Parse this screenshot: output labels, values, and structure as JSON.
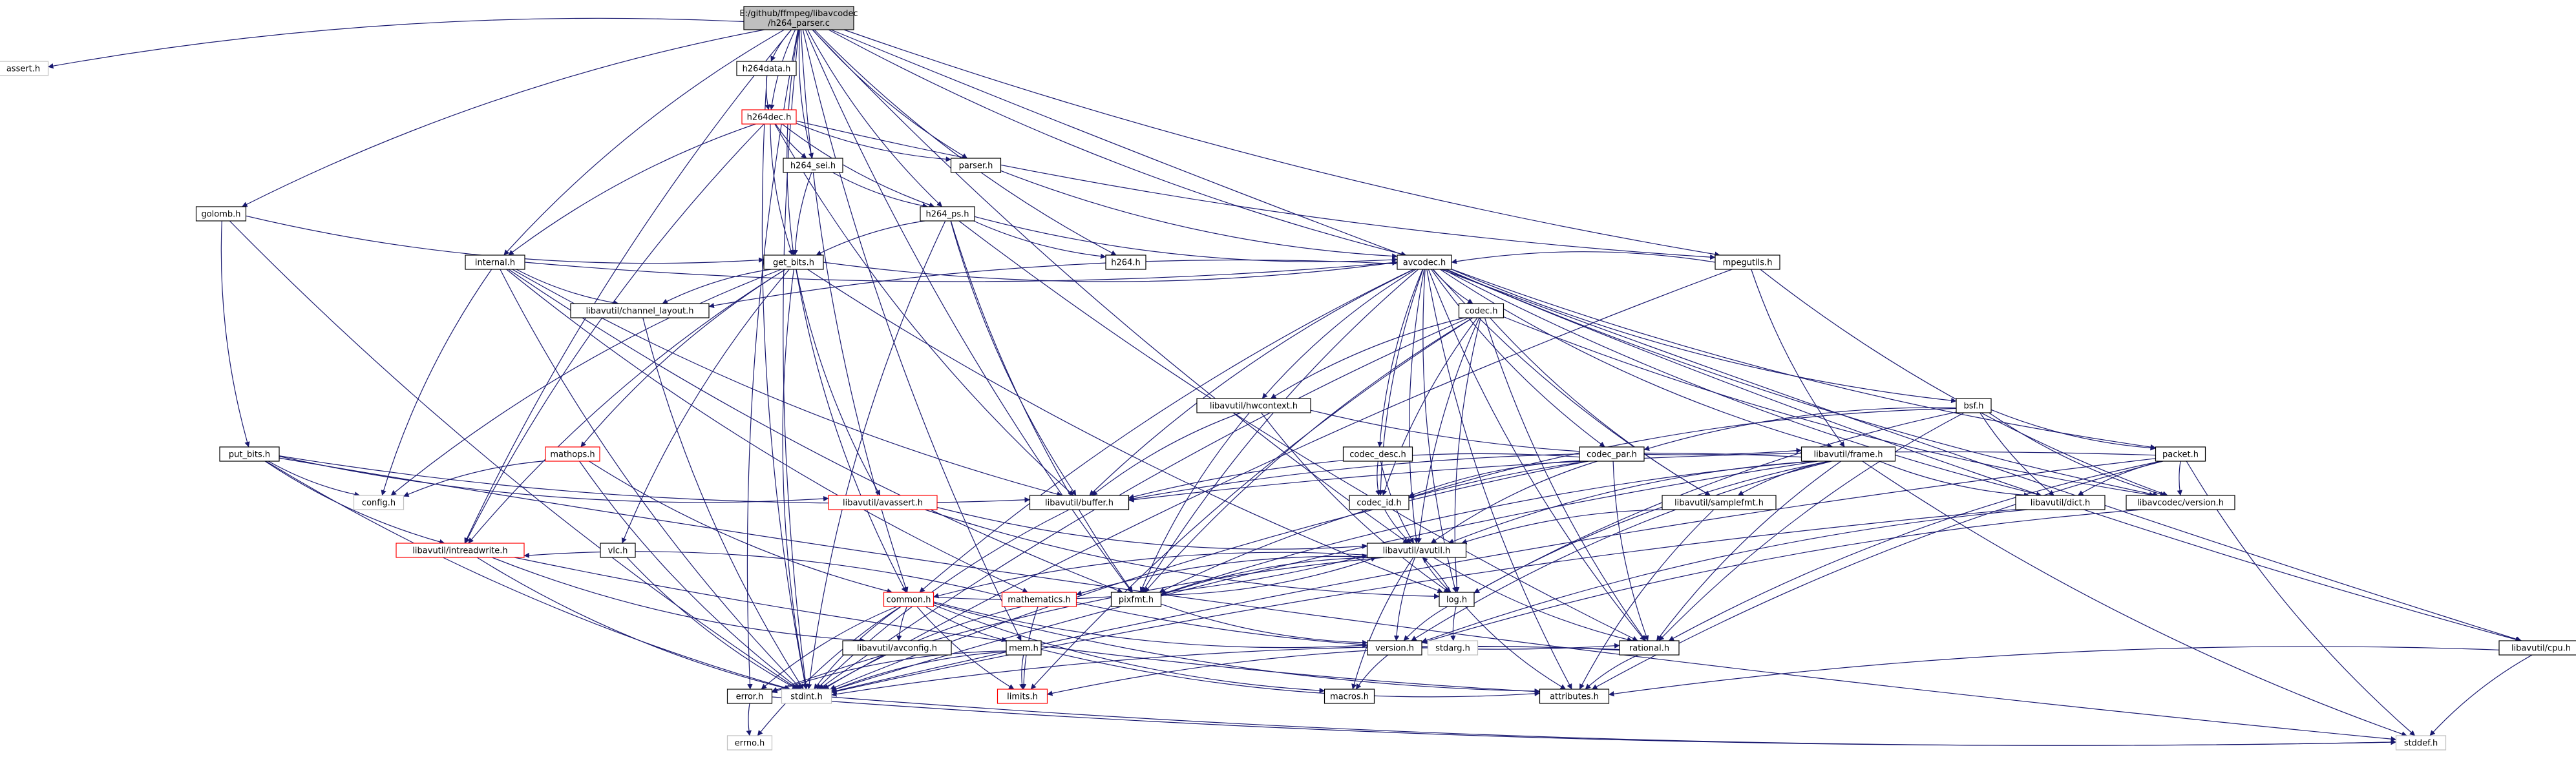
{
  "graph": {
    "root": "root",
    "colors": {
      "edge": "#191970",
      "node_border": "#000000",
      "node_border_missing": "#ff0000",
      "node_border_missing_light": "#bfbfbf",
      "root_fill": "#bfbfbf",
      "node_fill": "#ffffff"
    },
    "nodes": [
      {
        "id": "root",
        "label": "E:/github/ffmpeg/libavcodec\n/h264_parser.c",
        "style": "root"
      },
      {
        "id": "asserth",
        "label": "assert.h",
        "style": "missing-light"
      },
      {
        "id": "h264data",
        "label": "h264data.h",
        "style": "normal"
      },
      {
        "id": "h264dec",
        "label": "h264dec.h",
        "style": "missing"
      },
      {
        "id": "h264sei",
        "label": "h264_sei.h",
        "style": "normal"
      },
      {
        "id": "parserh",
        "label": "parser.h",
        "style": "normal"
      },
      {
        "id": "golomb",
        "label": "golomb.h",
        "style": "normal"
      },
      {
        "id": "h264ps",
        "label": "h264_ps.h",
        "style": "normal"
      },
      {
        "id": "internal",
        "label": "internal.h",
        "style": "normal"
      },
      {
        "id": "getbits",
        "label": "get_bits.h",
        "style": "normal"
      },
      {
        "id": "h264h",
        "label": "h264.h",
        "style": "normal"
      },
      {
        "id": "mpegutils",
        "label": "mpegutils.h",
        "style": "normal"
      },
      {
        "id": "avcodec",
        "label": "avcodec.h",
        "style": "normal"
      },
      {
        "id": "chlayout",
        "label": "libavutil/channel_layout.h",
        "style": "normal"
      },
      {
        "id": "codech",
        "label": "codec.h",
        "style": "normal"
      },
      {
        "id": "hwcontext",
        "label": "libavutil/hwcontext.h",
        "style": "normal"
      },
      {
        "id": "bsf",
        "label": "bsf.h",
        "style": "normal"
      },
      {
        "id": "putbits",
        "label": "put_bits.h",
        "style": "normal"
      },
      {
        "id": "mathops",
        "label": "mathops.h",
        "style": "missing"
      },
      {
        "id": "codecdesc",
        "label": "codec_desc.h",
        "style": "normal"
      },
      {
        "id": "codecpar",
        "label": "codec_par.h",
        "style": "normal"
      },
      {
        "id": "frame",
        "label": "libavutil/frame.h",
        "style": "normal"
      },
      {
        "id": "packet",
        "label": "packet.h",
        "style": "normal"
      },
      {
        "id": "configh",
        "label": "config.h",
        "style": "missing-light"
      },
      {
        "id": "avassert",
        "label": "libavutil/avassert.h",
        "style": "missing"
      },
      {
        "id": "buffer",
        "label": "libavutil/buffer.h",
        "style": "normal"
      },
      {
        "id": "codecid",
        "label": "codec_id.h",
        "style": "normal"
      },
      {
        "id": "samplefmt",
        "label": "libavutil/samplefmt.h",
        "style": "normal"
      },
      {
        "id": "dict",
        "label": "libavutil/dict.h",
        "style": "normal"
      },
      {
        "id": "lavcversion",
        "label": "libavcodec/version.h",
        "style": "normal"
      },
      {
        "id": "vlc",
        "label": "vlc.h",
        "style": "normal"
      },
      {
        "id": "intreadwrite",
        "label": "libavutil/intreadwrite.h",
        "style": "missing"
      },
      {
        "id": "avutil",
        "label": "libavutil/avutil.h",
        "style": "normal"
      },
      {
        "id": "common",
        "label": "common.h",
        "style": "missing"
      },
      {
        "id": "mathematics",
        "label": "mathematics.h",
        "style": "missing"
      },
      {
        "id": "pixfmt",
        "label": "pixfmt.h",
        "style": "normal"
      },
      {
        "id": "logh",
        "label": "log.h",
        "style": "normal"
      },
      {
        "id": "avconfig",
        "label": "libavutil/avconfig.h",
        "style": "normal"
      },
      {
        "id": "memh",
        "label": "mem.h",
        "style": "normal"
      },
      {
        "id": "versionh",
        "label": "version.h",
        "style": "normal"
      },
      {
        "id": "stdargh",
        "label": "stdarg.h",
        "style": "missing-light"
      },
      {
        "id": "rational",
        "label": "rational.h",
        "style": "normal"
      },
      {
        "id": "cpuh",
        "label": "libavutil/cpu.h",
        "style": "normal"
      },
      {
        "id": "errorh",
        "label": "error.h",
        "style": "normal"
      },
      {
        "id": "stdint",
        "label": "stdint.h",
        "style": "missing-light"
      },
      {
        "id": "limits",
        "label": "limits.h",
        "style": "missing"
      },
      {
        "id": "macros",
        "label": "macros.h",
        "style": "normal"
      },
      {
        "id": "attributes",
        "label": "attributes.h",
        "style": "normal"
      },
      {
        "id": "errno",
        "label": "errno.h",
        "style": "missing-light"
      },
      {
        "id": "stddef",
        "label": "stddef.h",
        "style": "missing-light"
      }
    ],
    "edges": [
      [
        "root",
        "asserth"
      ],
      [
        "root",
        "h264data"
      ],
      [
        "root",
        "h264dec"
      ],
      [
        "root",
        "h264sei"
      ],
      [
        "root",
        "parserh"
      ],
      [
        "root",
        "golomb"
      ],
      [
        "root",
        "h264ps"
      ],
      [
        "root",
        "internal"
      ],
      [
        "root",
        "getbits"
      ],
      [
        "root",
        "h264h"
      ],
      [
        "root",
        "mpegutils"
      ],
      [
        "root",
        "avcodec"
      ],
      [
        "root",
        "avutil"
      ],
      [
        "root",
        "errorh"
      ],
      [
        "root",
        "stdint"
      ],
      [
        "root",
        "memh"
      ],
      [
        "root",
        "pixfmt"
      ],
      [
        "root",
        "cpuh"
      ],
      [
        "root",
        "intreadwrite"
      ],
      [
        "root",
        "common"
      ],
      [
        "h264data",
        "h264dec"
      ],
      [
        "h264data",
        "stdint"
      ],
      [
        "h264dec",
        "h264sei"
      ],
      [
        "h264dec",
        "h264ps"
      ],
      [
        "h264dec",
        "parserh"
      ],
      [
        "h264dec",
        "internal"
      ],
      [
        "h264dec",
        "mpegutils"
      ],
      [
        "h264dec",
        "buffer"
      ],
      [
        "h264dec",
        "intreadwrite"
      ],
      [
        "h264dec",
        "getbits"
      ],
      [
        "h264sei",
        "getbits"
      ],
      [
        "h264sei",
        "h264ps"
      ],
      [
        "parserh",
        "avcodec"
      ],
      [
        "golomb",
        "getbits"
      ],
      [
        "golomb",
        "putbits"
      ],
      [
        "golomb",
        "stdint"
      ],
      [
        "h264ps",
        "getbits"
      ],
      [
        "h264ps",
        "h264h"
      ],
      [
        "h264ps",
        "avcodec"
      ],
      [
        "h264ps",
        "buffer"
      ],
      [
        "h264ps",
        "pixfmt"
      ],
      [
        "h264ps",
        "rational"
      ],
      [
        "h264ps",
        "stdint"
      ],
      [
        "internal",
        "avcodec"
      ],
      [
        "internal",
        "chlayout"
      ],
      [
        "internal",
        "buffer"
      ],
      [
        "internal",
        "configh"
      ],
      [
        "internal",
        "mathematics"
      ],
      [
        "internal",
        "pixfmt"
      ],
      [
        "internal",
        "stdint"
      ],
      [
        "getbits",
        "avcodec"
      ],
      [
        "getbits",
        "mathops"
      ],
      [
        "getbits",
        "vlc"
      ],
      [
        "getbits",
        "avassert"
      ],
      [
        "getbits",
        "intreadwrite"
      ],
      [
        "getbits",
        "common"
      ],
      [
        "getbits",
        "logh"
      ],
      [
        "getbits",
        "stdint"
      ],
      [
        "getbits",
        "chlayout"
      ],
      [
        "getbits",
        "configh"
      ],
      [
        "mpegutils",
        "avcodec"
      ],
      [
        "mpegutils",
        "frame"
      ],
      [
        "mpegutils",
        "lavcversion"
      ],
      [
        "mpegutils",
        "stdint"
      ],
      [
        "avcodec",
        "chlayout"
      ],
      [
        "avcodec",
        "codech"
      ],
      [
        "avcodec",
        "hwcontext"
      ],
      [
        "avcodec",
        "bsf"
      ],
      [
        "avcodec",
        "codecdesc"
      ],
      [
        "avcodec",
        "codecpar"
      ],
      [
        "avcodec",
        "frame"
      ],
      [
        "avcodec",
        "packet"
      ],
      [
        "avcodec",
        "buffer"
      ],
      [
        "avcodec",
        "codecid"
      ],
      [
        "avcodec",
        "samplefmt"
      ],
      [
        "avcodec",
        "dict"
      ],
      [
        "avcodec",
        "lavcversion"
      ],
      [
        "avcodec",
        "avutil"
      ],
      [
        "avcodec",
        "pixfmt"
      ],
      [
        "avcodec",
        "logh"
      ],
      [
        "avcodec",
        "rational"
      ],
      [
        "avcodec",
        "attributes"
      ],
      [
        "avcodec",
        "cpuh"
      ],
      [
        "avcodec",
        "common"
      ],
      [
        "chlayout",
        "stdint"
      ],
      [
        "codech",
        "hwcontext"
      ],
      [
        "codech",
        "codecid"
      ],
      [
        "codech",
        "avutil"
      ],
      [
        "codech",
        "logh"
      ],
      [
        "codech",
        "rational"
      ],
      [
        "codech",
        "pixfmt"
      ],
      [
        "codech",
        "samplefmt"
      ],
      [
        "codech",
        "lavcversion"
      ],
      [
        "codech",
        "stdint"
      ],
      [
        "codech",
        "limits"
      ],
      [
        "hwcontext",
        "buffer"
      ],
      [
        "hwcontext",
        "frame"
      ],
      [
        "hwcontext",
        "logh"
      ],
      [
        "hwcontext",
        "pixfmt"
      ],
      [
        "bsf",
        "codecid"
      ],
      [
        "bsf",
        "codecpar"
      ],
      [
        "bsf",
        "packet"
      ],
      [
        "bsf",
        "dict"
      ],
      [
        "bsf",
        "logh"
      ],
      [
        "bsf",
        "rational"
      ],
      [
        "bsf",
        "lavcversion"
      ],
      [
        "putbits",
        "configh"
      ],
      [
        "putbits",
        "avassert"
      ],
      [
        "putbits",
        "intreadwrite"
      ],
      [
        "putbits",
        "buffer"
      ],
      [
        "putbits",
        "stdint"
      ],
      [
        "putbits",
        "stddef"
      ],
      [
        "mathops",
        "configh"
      ],
      [
        "mathops",
        "common"
      ],
      [
        "mathops",
        "stdint"
      ],
      [
        "codecdesc",
        "codecid"
      ],
      [
        "codecdesc",
        "avutil"
      ],
      [
        "codecpar",
        "avutil"
      ],
      [
        "codecpar",
        "codecid"
      ],
      [
        "codecpar",
        "pixfmt"
      ],
      [
        "codecpar",
        "rational"
      ],
      [
        "codecpar",
        "stdint"
      ],
      [
        "codecpar",
        "buffer"
      ],
      [
        "frame",
        "avutil"
      ],
      [
        "frame",
        "buffer"
      ],
      [
        "frame",
        "dict"
      ],
      [
        "frame",
        "rational"
      ],
      [
        "frame",
        "samplefmt"
      ],
      [
        "frame",
        "pixfmt"
      ],
      [
        "frame",
        "versionh"
      ],
      [
        "frame",
        "stdint"
      ],
      [
        "frame",
        "stddef"
      ],
      [
        "frame",
        "logh"
      ],
      [
        "packet",
        "buffer"
      ],
      [
        "packet",
        "attributes"
      ],
      [
        "packet",
        "dict"
      ],
      [
        "packet",
        "rational"
      ],
      [
        "packet",
        "lavcversion"
      ],
      [
        "packet",
        "stdint"
      ],
      [
        "packet",
        "stddef"
      ],
      [
        "avassert",
        "avutil"
      ],
      [
        "avassert",
        "logh"
      ],
      [
        "buffer",
        "stdint"
      ],
      [
        "codecid",
        "avutil"
      ],
      [
        "samplefmt",
        "avutil"
      ],
      [
        "samplefmt",
        "attributes"
      ],
      [
        "dict",
        "stdint"
      ],
      [
        "dict",
        "versionh"
      ],
      [
        "lavcversion",
        "versionh"
      ],
      [
        "vlc",
        "stdint"
      ],
      [
        "intreadwrite",
        "avconfig"
      ],
      [
        "intreadwrite",
        "attributes"
      ],
      [
        "intreadwrite",
        "stdint"
      ],
      [
        "avutil",
        "common"
      ],
      [
        "avutil",
        "mathematics"
      ],
      [
        "avutil",
        "pixfmt"
      ],
      [
        "avutil",
        "logh"
      ],
      [
        "avutil",
        "rational"
      ],
      [
        "avutil",
        "versionh"
      ],
      [
        "avutil",
        "macros"
      ],
      [
        "avutil",
        "errorh"
      ],
      [
        "common",
        "avconfig"
      ],
      [
        "common",
        "memh"
      ],
      [
        "common",
        "stdint"
      ],
      [
        "common",
        "limits"
      ],
      [
        "common",
        "attributes"
      ],
      [
        "common",
        "macros"
      ],
      [
        "common",
        "errorh"
      ],
      [
        "common",
        "errno"
      ],
      [
        "common",
        "versionh"
      ],
      [
        "common",
        "avutil"
      ],
      [
        "mathematics",
        "rational"
      ],
      [
        "mathematics",
        "intreadwrite"
      ],
      [
        "mathematics",
        "stdint"
      ],
      [
        "mathematics",
        "limits"
      ],
      [
        "pixfmt",
        "avutil"
      ],
      [
        "pixfmt",
        "versionh"
      ],
      [
        "logh",
        "stdargh"
      ],
      [
        "logh",
        "versionh"
      ],
      [
        "logh",
        "attributes"
      ],
      [
        "logh",
        "avutil"
      ],
      [
        "memh",
        "limits"
      ],
      [
        "memh",
        "stdint"
      ],
      [
        "memh",
        "attributes"
      ],
      [
        "memh",
        "errorh"
      ],
      [
        "versionh",
        "macros"
      ],
      [
        "rational",
        "attributes"
      ],
      [
        "rational",
        "stdint"
      ],
      [
        "rational",
        "limits"
      ],
      [
        "cpuh",
        "attributes"
      ],
      [
        "cpuh",
        "stddef"
      ],
      [
        "errorh",
        "errno"
      ],
      [
        "errorh",
        "stddef"
      ],
      [
        "stdint",
        "stddef"
      ]
    ]
  }
}
